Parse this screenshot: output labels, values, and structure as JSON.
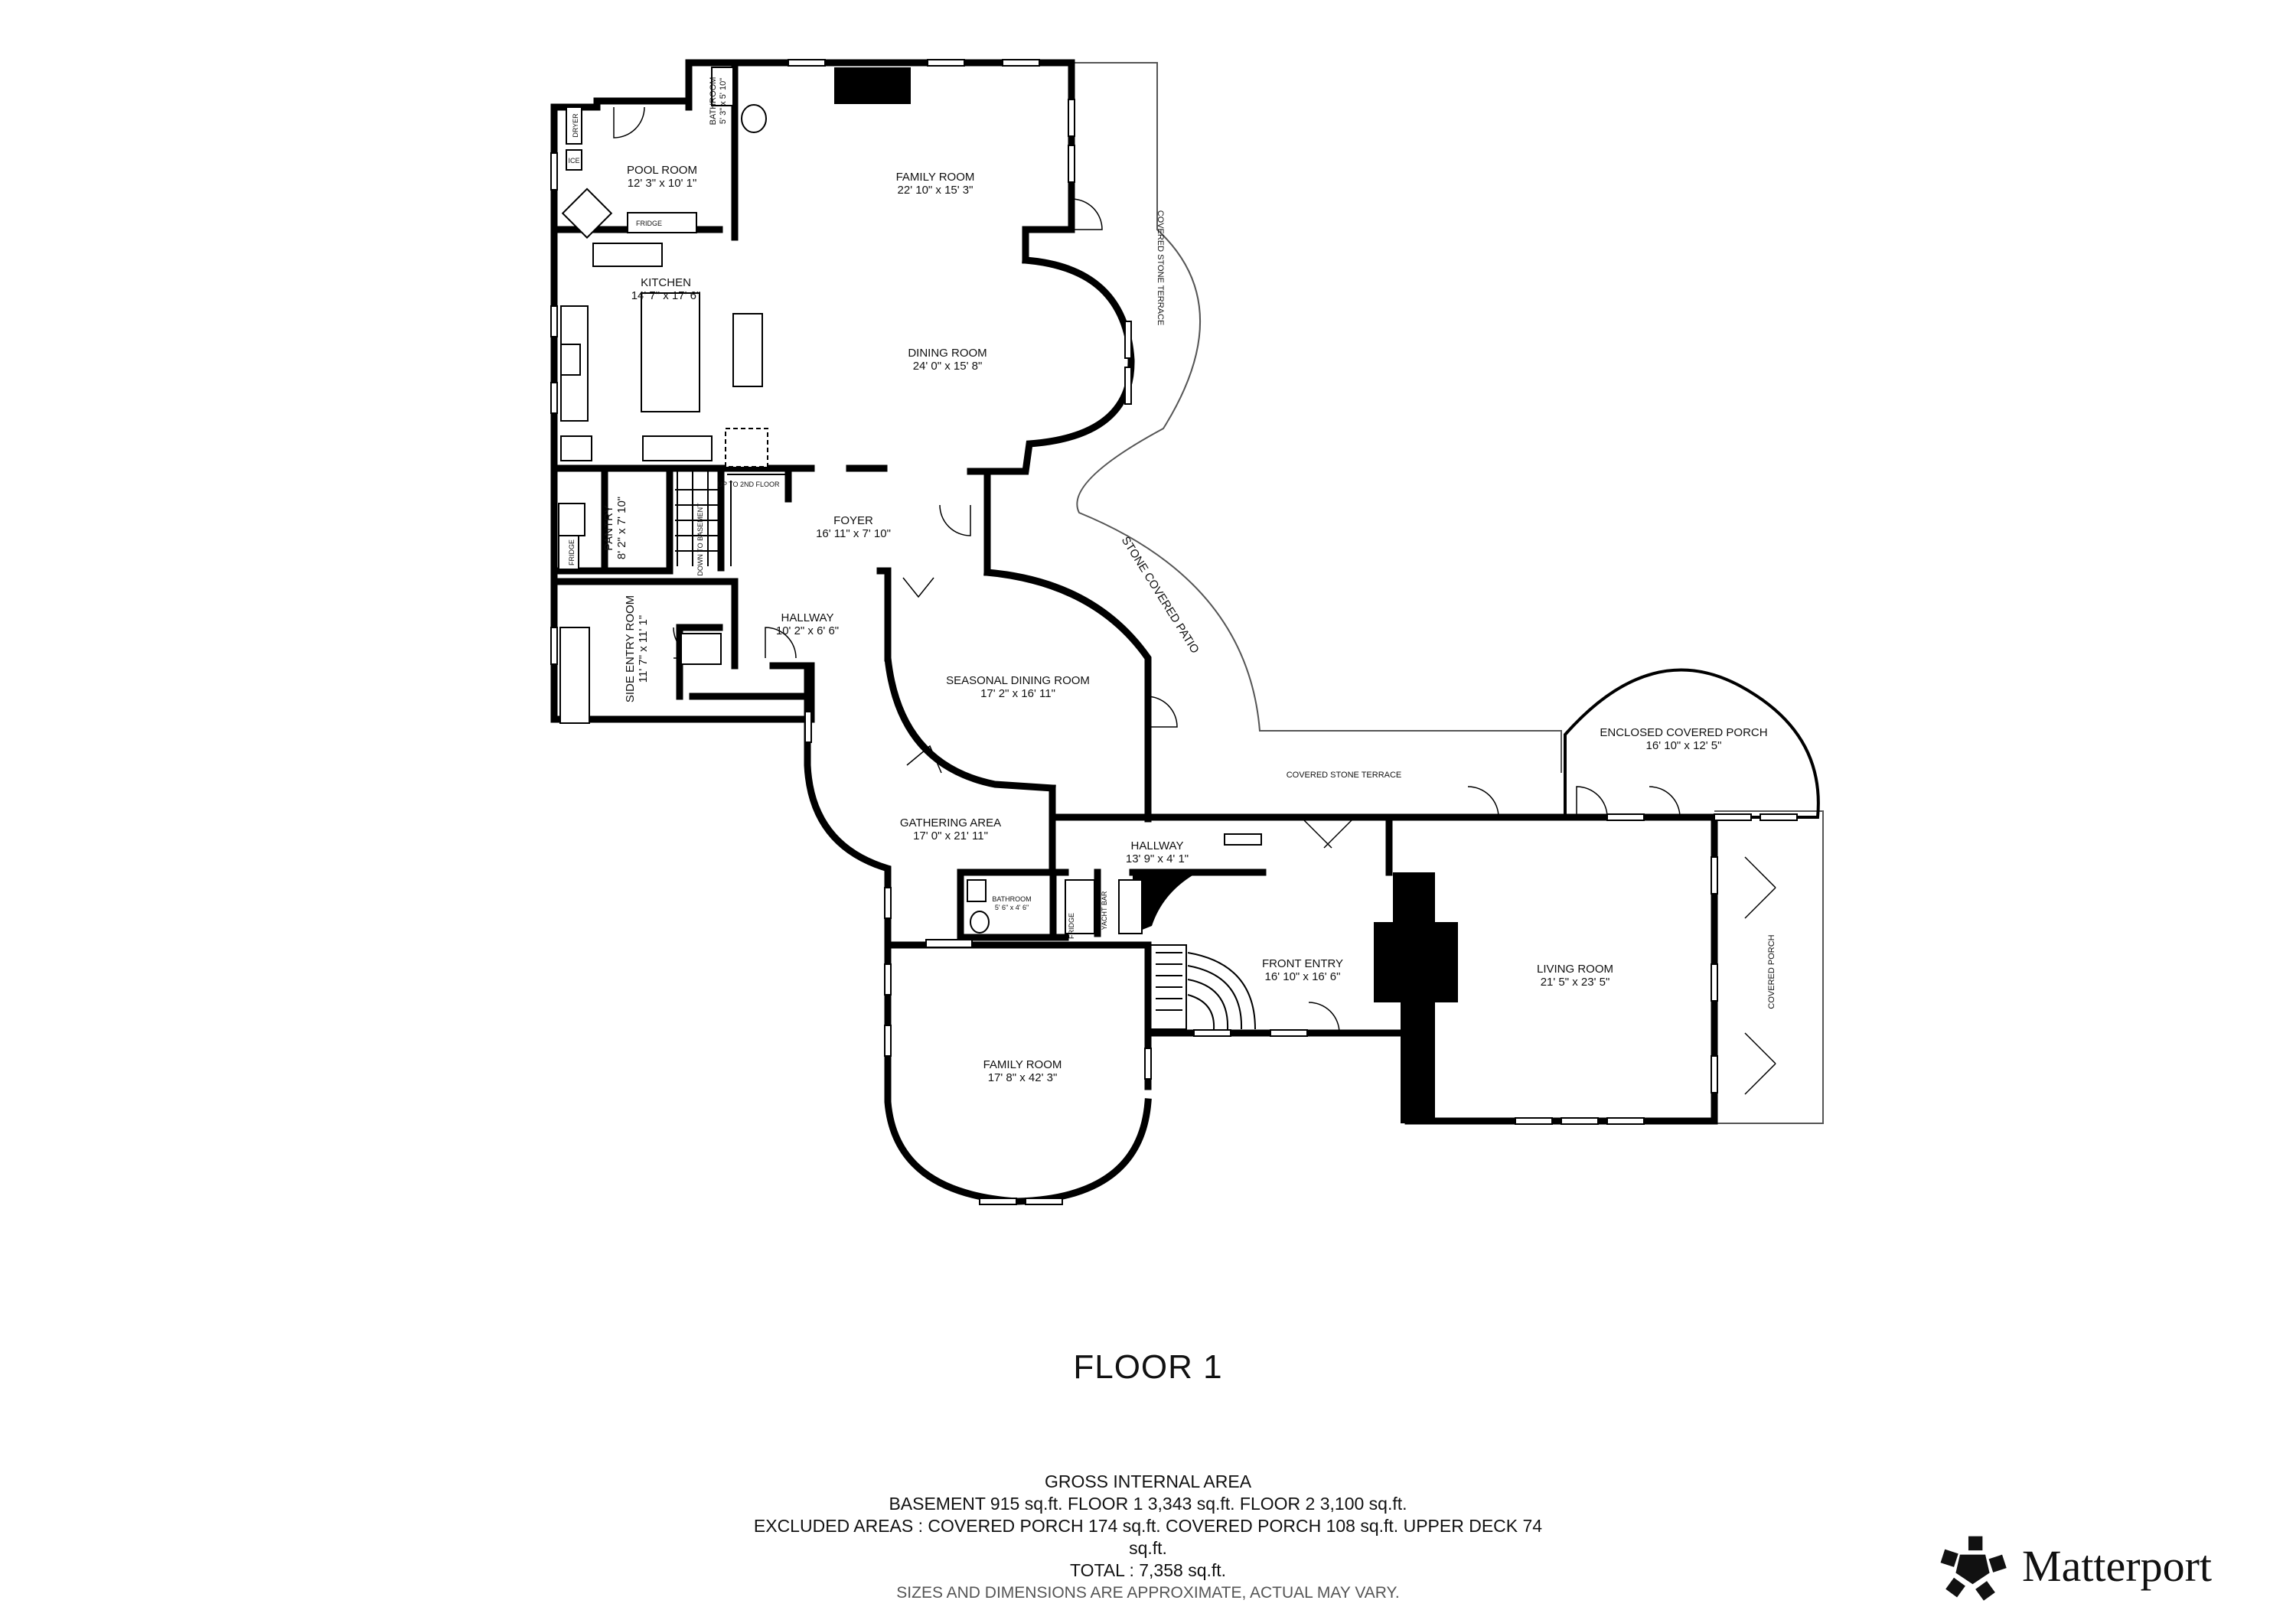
{
  "floor_title": "FLOOR 1",
  "rooms": {
    "pool_room": {
      "name": "POOL ROOM",
      "dims": "12' 3\" x 10' 1\""
    },
    "bathroom_top": {
      "name": "BATHROOM",
      "dims": "5' 3\" x 5' 10\""
    },
    "family_room_top": {
      "name": "FAMILY ROOM",
      "dims": "22' 10\" x 15' 3\""
    },
    "kitchen": {
      "name": "KITCHEN",
      "dims": "14' 7\" x 17' 6\""
    },
    "dining_room": {
      "name": "DINING ROOM",
      "dims": "24' 0\" x 15' 8\""
    },
    "pantry": {
      "name": "PANTRY",
      "dims": "8' 2\" x 7' 10\""
    },
    "foyer": {
      "name": "FOYER",
      "dims": "16' 11\" x 7' 10\""
    },
    "side_entry": {
      "name": "SIDE ENTRY ROOM",
      "dims": "11' 7\" x 11' 1\""
    },
    "hallway_1": {
      "name": "HALLWAY",
      "dims": "10' 2\" x 6' 6\""
    },
    "seasonal_dining": {
      "name": "SEASONAL DINING ROOM",
      "dims": "17' 2\" x 16' 11\""
    },
    "enclosed_porch": {
      "name": "ENCLOSED COVERED PORCH",
      "dims": "16' 10\" x 12' 5\""
    },
    "gathering_area": {
      "name": "GATHERING AREA",
      "dims": "17' 0\" x 21' 11\""
    },
    "hallway_2": {
      "name": "HALLWAY",
      "dims": "13' 9\" x 4' 1\""
    },
    "bathroom_small": {
      "name": "BATHROOM",
      "dims": "5' 6\" x 4' 6\""
    },
    "front_entry": {
      "name": "FRONT ENTRY",
      "dims": "16' 10\" x 16' 6\""
    },
    "living_room": {
      "name": "LIVING ROOM",
      "dims": "21' 5\" x 23' 5\""
    },
    "family_room_bottom": {
      "name": "FAMILY ROOM",
      "dims": "17' 8\" x 42' 3\""
    }
  },
  "outdoor_labels": {
    "covered_stone_terrace_vertical": "COVERED STONE TERRACE",
    "stone_covered_patio": "STONE COVERED PATIO",
    "covered_stone_terrace": "COVERED STONE TERRACE",
    "covered_porch": "COVERED PORCH"
  },
  "fixture_labels": {
    "dryer": "DRYER",
    "ice": "ICE",
    "fridge_pool": "FRIDGE",
    "fridge_pantry": "FRIDGE",
    "fridge_bar": "FRIDGE",
    "up_to_2nd": "UP TO 2ND FLOOR",
    "down_to_basement": "DOWN TO BASEMENT",
    "yacht_bar": "YACHT BAR"
  },
  "area_summary": {
    "heading": "GROSS INTERNAL AREA",
    "line1": "BASEMENT 915 sq.ft.    FLOOR 1 3,343 sq.ft.    FLOOR 2 3,100 sq.ft.",
    "line2": "EXCLUDED AREAS :  COVERED PORCH 174 sq.ft.    COVERED PORCH 108 sq.ft.    UPPER DECK 74",
    "line3": "sq.ft.",
    "total": "TOTAL :  7,358 sq.ft.",
    "disclaimer": "SIZES AND DIMENSIONS ARE APPROXIMATE, ACTUAL MAY VARY."
  },
  "brand": {
    "name": "Matterport",
    "icon": "matterport-logo-icon"
  }
}
